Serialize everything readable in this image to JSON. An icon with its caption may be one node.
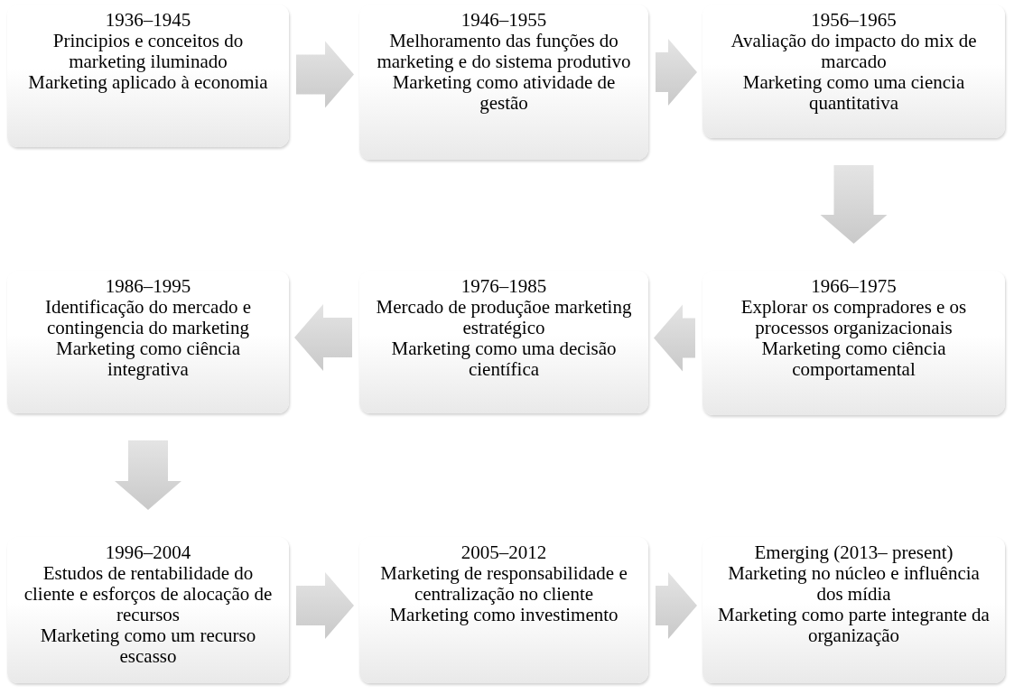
{
  "diagram": {
    "nodes": [
      {
        "text": [
          "1936–1945",
          "Principios e conceitos do marketing iluminado",
          "Marketing aplicado à economia"
        ]
      },
      {
        "text": [
          "1946–1955",
          "Melhoramento das funções do marketing e do sistema produtivo",
          "Marketing como atividade de gestão"
        ]
      },
      {
        "text": [
          "1956–1965",
          "Avaliação do impacto do mix de marcado",
          "Marketing como uma ciencia quantitativa"
        ]
      },
      {
        "text": [
          "1986–1995",
          "Identificação do mercado e contingencia do marketing",
          "Marketing como ciência integrativa"
        ]
      },
      {
        "text": [
          "1976–1985",
          "Mercado de produçãoe marketing estratégico",
          "Marketing como uma decisão científica"
        ]
      },
      {
        "text": [
          "1966–1975",
          "Explorar os compradores e os processos organizacionais",
          "Marketing como ciência comportamental"
        ]
      },
      {
        "text": [
          "1996–2004",
          "Estudos de rentabilidade do cliente e esforços de alocação de recursos",
          "Marketing como um recurso escasso"
        ]
      },
      {
        "text": [
          "2005–2012",
          "Marketing de responsabilidade e centralização no cliente",
          "Marketing como investimento"
        ]
      },
      {
        "text": [
          "Emerging (2013– present)",
          "Marketing no núcleo e influência dos mídia",
          "Marketing como parte integrante da organização"
        ]
      }
    ],
    "edges": [
      {
        "from": 0,
        "to": 1,
        "arrow": "to"
      },
      {
        "from": 1,
        "to": 2,
        "arrow": "to"
      },
      {
        "from": 2,
        "to": 5,
        "arrow": "to"
      },
      {
        "from": 5,
        "to": 4,
        "arrow": "to"
      },
      {
        "from": 4,
        "to": 3,
        "arrow": "to"
      },
      {
        "from": 3,
        "to": 6,
        "arrow": "to"
      },
      {
        "from": 6,
        "to": 7,
        "arrow": "to"
      },
      {
        "from": 7,
        "to": 8,
        "arrow": "to"
      }
    ]
  }
}
